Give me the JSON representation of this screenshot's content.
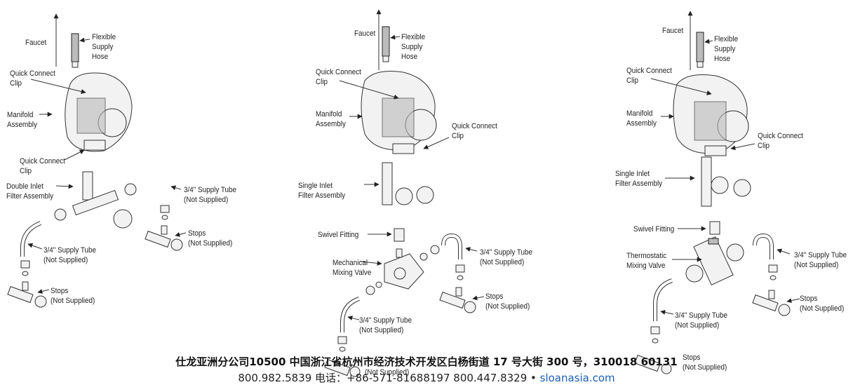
{
  "panels": [
    {
      "faucet": "Faucet",
      "hose": "Flexible\nSupply\nHose",
      "clip_top": "Quick Connect\nClip",
      "manifold": "Manifold\nAssembly",
      "clip_bottom": "Quick Connect\nClip",
      "filter": "Double Inlet\nFilter Assembly",
      "tube_right": "3/4\" Supply Tube\n(Not Supplied)",
      "stops_right": "Stops\n(Not Supplied)",
      "tube_left": "3/4\" Supply Tube\n(Not Supplied)",
      "stops_left": "Stops\n(Not Supplied)"
    },
    {
      "faucet": "Faucet",
      "hose": "Flexible\nSupply\nHose",
      "clip_top": "Quick Connect\nClip",
      "manifold": "Manifold\nAssembly",
      "clip_side": "Quick Connect\nClip",
      "filter": "Single Inlet\nFilter Assembly",
      "swivel": "Swivel Fitting",
      "valve": "Mechanical\nMixing Valve",
      "tube_right": "3/4\" Supply Tube\n(Not Supplied)",
      "stops_right": "Stops\n(Not Supplied)",
      "tube_left": "3/4\" Supply Tube\n(Not Supplied)",
      "stops_left": "(Not Supplied)"
    },
    {
      "faucet": "Faucet",
      "hose": "Flexible\nSupply\nHose",
      "clip_top": "Quick Connect\nClip",
      "manifold": "Manifold\nAssembly",
      "clip_side": "Quick Connect\nClip",
      "filter": "Single Inlet\nFilter Assembly",
      "swivel": "Swivel Fitting",
      "valve": "Thermostatic\nMixing Valve",
      "tube_right": "3/4\" Supply Tube\n(Not Supplied)",
      "stops_right": "Stops\n(Not Supplied)",
      "tube_left": "3/4\" Supply Tube\n(Not Supplied)",
      "stops_left": "Stops\n(Not Supplied)"
    }
  ],
  "footer": {
    "address": "仕龙亚洲分公司10500 中国浙江省杭州市经济技术开发区白杨街道 17 号大街 300 号，310018 60131",
    "phone": "800.982.5839 电话：+86-571-81688197 800.447.8329 • ",
    "link": "sloanasia.com"
  }
}
